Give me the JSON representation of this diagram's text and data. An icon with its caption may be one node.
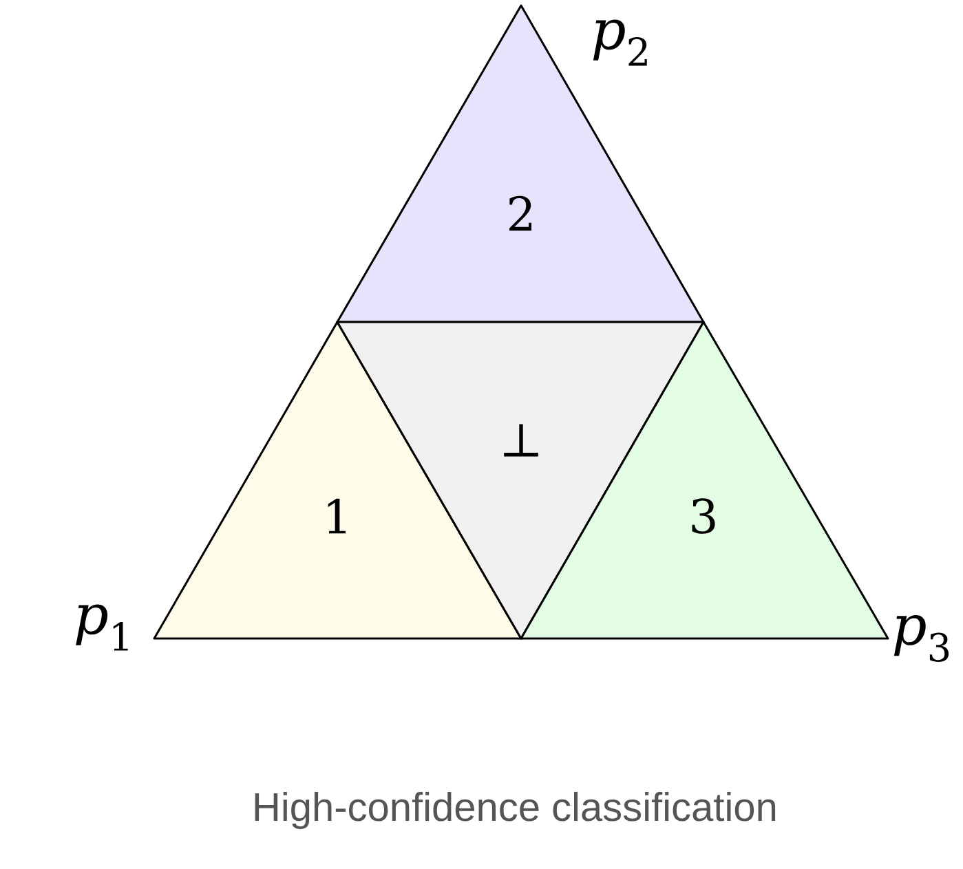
{
  "diagram": {
    "caption": "High-confidence classification",
    "nodes": [
      {
        "text": [
          "2"
        ]
      },
      {
        "text": [
          "1"
        ]
      },
      {
        "text": [
          "⊥"
        ]
      },
      {
        "text": [
          "3"
        ]
      }
    ],
    "labels": [
      "*p*$_{2}$",
      "*p*$_{1}$",
      "*p*$_{3}$"
    ]
  }
}
